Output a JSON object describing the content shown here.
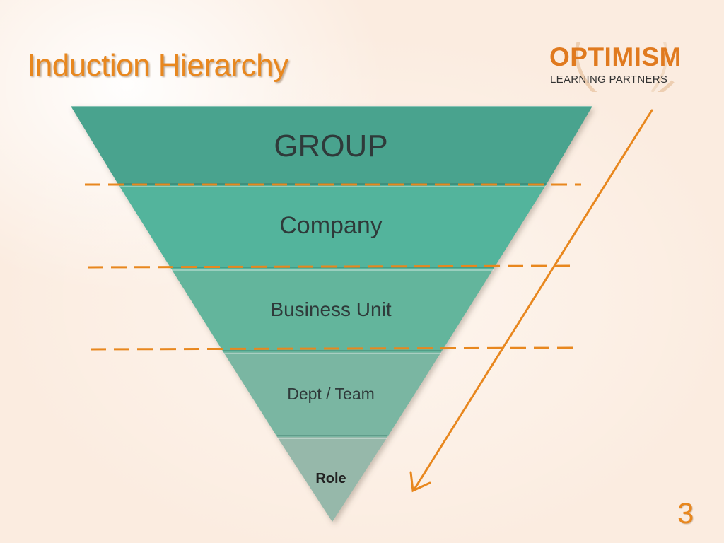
{
  "slide": {
    "title": "Induction Hierarchy",
    "page_number": "3"
  },
  "logo": {
    "word": "OPTIMISM",
    "subtitle": "LEARNING PARTNERS"
  },
  "hierarchy": {
    "levels": [
      {
        "label": "GROUP",
        "color": "#4aa38e"
      },
      {
        "label": "Company",
        "color": "#52b49c"
      },
      {
        "label": "Business Unit",
        "color": "#63b59c"
      },
      {
        "label": "Dept / Team",
        "color": "#7ab6a2"
      },
      {
        "label": "Role",
        "color": "#96b8aa"
      }
    ],
    "divider_color": "#e8871e",
    "arrow_color": "#e8871e"
  }
}
